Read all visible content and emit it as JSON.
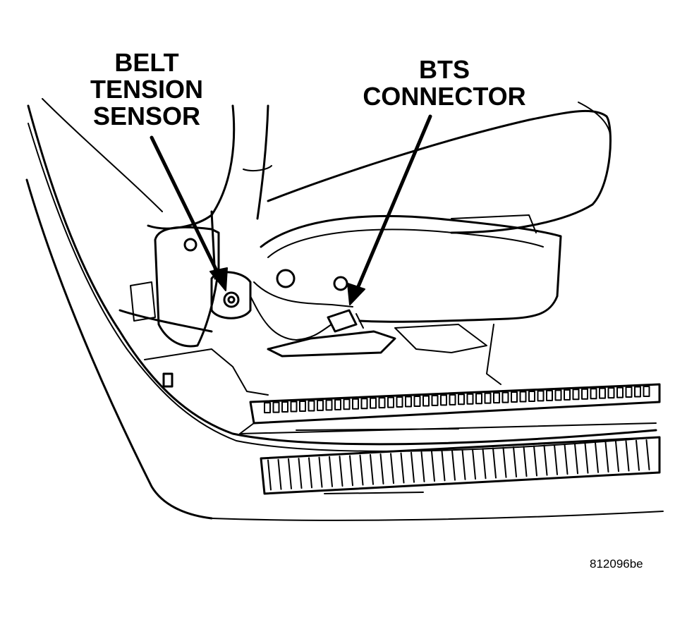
{
  "labels": {
    "belt_tension_sensor": [
      "BELT",
      "TENSION",
      "SENSOR"
    ],
    "bts_connector": [
      "BTS",
      "CONNECTOR"
    ]
  },
  "figure_id": "812096be",
  "colors": {
    "line": "#000000",
    "background": "#ffffff"
  }
}
